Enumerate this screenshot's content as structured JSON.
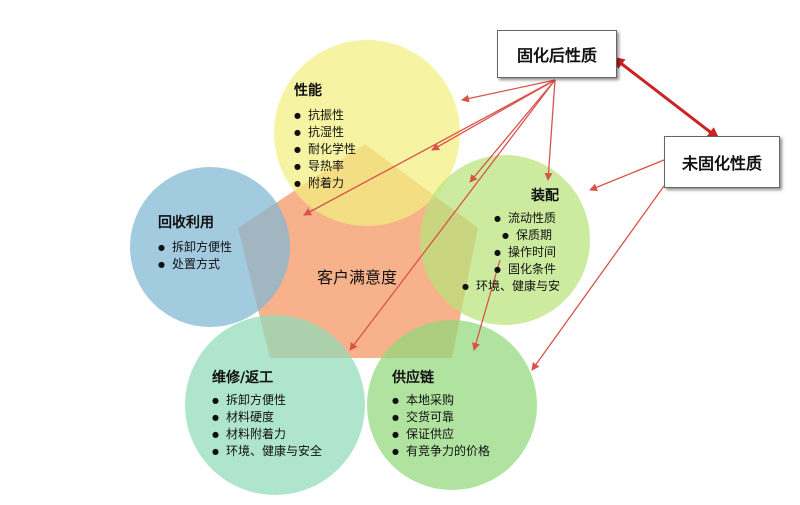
{
  "center_label": "客户满意度",
  "boxes": {
    "cured": "固化后性质",
    "uncured": "未固化性质"
  },
  "petals": {
    "performance": {
      "title": "性能",
      "color": "#f2ef80",
      "items": [
        "抗振性",
        "抗湿性",
        "耐化学性",
        "导热率",
        "附着力"
      ]
    },
    "assembly": {
      "title": "装配",
      "color": "#b9e37a",
      "items": [
        "流动性质",
        "保质期",
        "操作时间",
        "固化条件",
        "环境、健康与安"
      ]
    },
    "supply": {
      "title": "供应链",
      "color": "#92d87a",
      "items": [
        "本地采购",
        "交货可靠",
        "保证供应",
        "有竞争力的价格"
      ]
    },
    "repair": {
      "title": "维修/返工",
      "color": "#8fdbb8",
      "items": [
        "拆卸方便性",
        "材料硬度",
        "材料附着力",
        "环境、健康与安全"
      ]
    },
    "recycle": {
      "title": "回收利用",
      "color": "#7fb7d4",
      "items": [
        "拆卸方便性",
        "处置方式"
      ]
    }
  },
  "colors": {
    "core": "#f7a477",
    "arrow": "#d9534a",
    "double_arrow": "#cc2222"
  }
}
